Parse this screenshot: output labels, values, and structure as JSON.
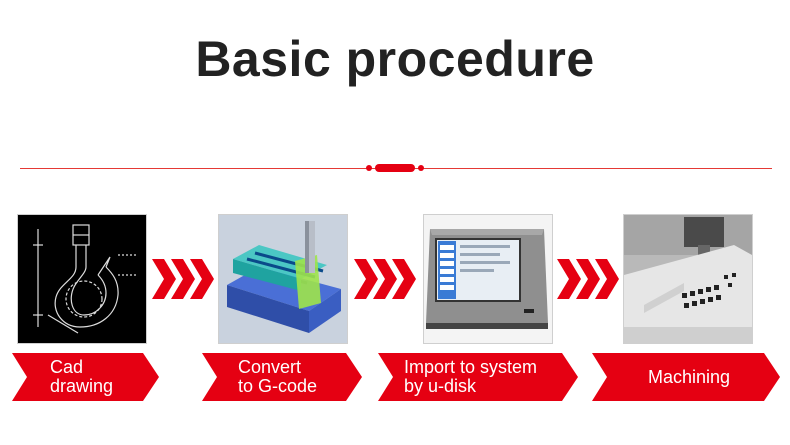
{
  "page": {
    "title": "Basic procedure"
  },
  "colors": {
    "accent": "#e50012",
    "divider": "#e53935",
    "title": "#222222"
  },
  "steps": [
    {
      "line1": "Cad",
      "line2": "drawing",
      "icon": "cad-drawing-hook-image"
    },
    {
      "line1": "Convert",
      "line2": "to G-code",
      "icon": "g-code-simulation-image"
    },
    {
      "line1": "Import to system",
      "line2": "by u-disk",
      "icon": "control-panel-image"
    },
    {
      "line1": "Machining",
      "line2": "",
      "icon": "cnc-machining-image"
    }
  ]
}
